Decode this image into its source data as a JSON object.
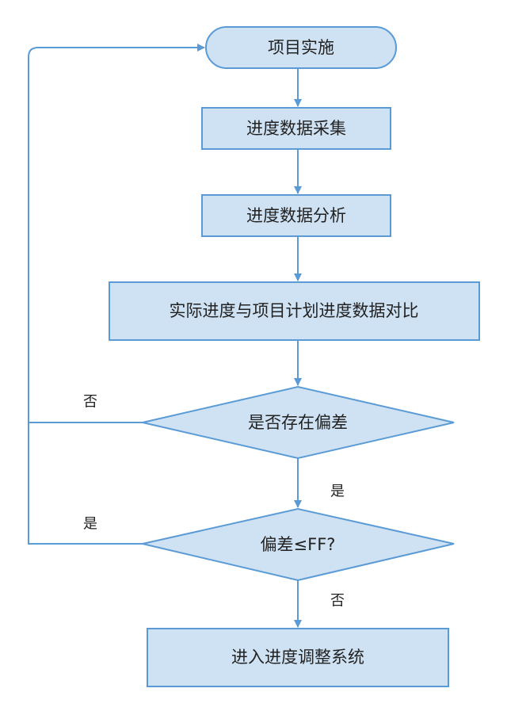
{
  "nodes": {
    "start": "项目实施",
    "collect": "进度数据采集",
    "analyze": "进度数据分析",
    "compare": "实际进度与项目计划进度数据对比",
    "deviation": "是否存在偏差",
    "threshold": "偏差≤FF?",
    "adjust": "进入进度调整系统"
  },
  "edge_labels": {
    "deviation_no": "否",
    "deviation_yes": "是",
    "threshold_yes": "是",
    "threshold_no": "否"
  },
  "colors": {
    "fill": "#cfe2f3",
    "stroke": "#5b9bd5",
    "text": "#222222"
  }
}
